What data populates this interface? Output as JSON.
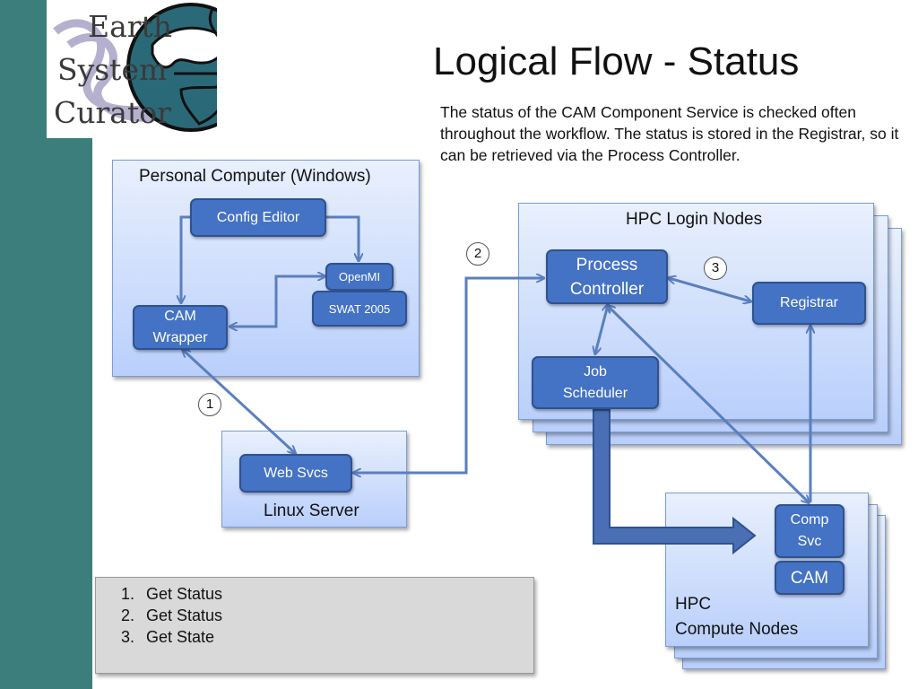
{
  "logo": {
    "line1": "Earth",
    "line2": "System",
    "line3": "Curator"
  },
  "title": "Logical Flow - Status",
  "description": "The status of the CAM Component Service is checked often throughout the workflow.  The status is stored in the Registrar, so it can be retrieved via the Process Controller.",
  "panels": {
    "pc": "Personal Computer (Windows)",
    "linux": "Linux Server",
    "hpc_login": "HPC Login Nodes",
    "hpc_compute_line1": "HPC",
    "hpc_compute_line2": "Compute Nodes"
  },
  "boxes": {
    "config_editor": "Config Editor",
    "openmi": "OpenMI",
    "swat": "SWAT 2005",
    "cam_wrapper": "CAM\nWrapper",
    "web_svcs": "Web Svcs",
    "process_controller": "Process\nController",
    "registrar": "Registrar",
    "job_scheduler": "Job\nScheduler",
    "comp_svc": "Comp\nSvc",
    "cam": "CAM"
  },
  "steps": {
    "one": "1",
    "two": "2",
    "three": "3"
  },
  "notes": {
    "items": [
      "Get Status",
      "Get Status",
      "Get State"
    ]
  },
  "colors": {
    "sidebar": "#3c7e7b",
    "box_fill": "#4472c4",
    "box_border": "#2f528f",
    "arrow": "#5b7fbf"
  }
}
